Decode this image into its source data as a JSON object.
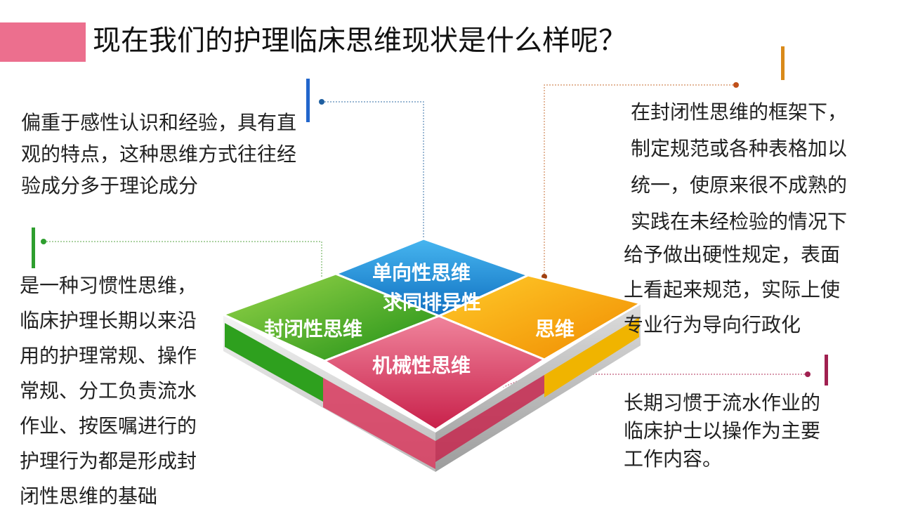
{
  "title": "现在我们的护理临床思维现状是什么样呢？",
  "left_top_text": [
    "偏重于感性认识和经验，具有直",
    "观的特点，这种思维方式往往经",
    "验成分多于理论成分"
  ],
  "left_bottom_text": [
    "是一种习惯性思维，",
    "临床护理长期以来沿",
    "用的护理常规、操作",
    "常规、分工负责流水",
    "作业、按医嘱进行的",
    "护理行为都是形成封",
    "闭性思维的基础"
  ],
  "right_top_text": [
    "在封闭性思维的框架下，",
    "制定规范或各种表格加以",
    "统一，使原来很不成熟的",
    "实践在未经检验的情况下"
  ],
  "right_mid_text": [
    "给予做出硬性规定，表面",
    "上看起来规范，实际上使",
    "专业行为导向行政化"
  ],
  "right_bottom_text": [
    "长期习惯于流水作业的",
    "临床护士以操作为主要",
    "工作内容。"
  ],
  "quadrants": {
    "top": "单向性思维",
    "top_sub": "求同排异性",
    "left": "封闭性思维",
    "right": "思维",
    "bottom": "机械性思维"
  },
  "colors": {
    "accent_pink": "#ec6f8e",
    "blue": "#1f8fd8",
    "green": "#3ea61c",
    "orange": "#f5a300",
    "red": "#d83a5e",
    "marker_blue": "#2266cc",
    "marker_green": "#2e9e2e",
    "marker_orange": "#d98a1a",
    "marker_red": "#a02050"
  }
}
